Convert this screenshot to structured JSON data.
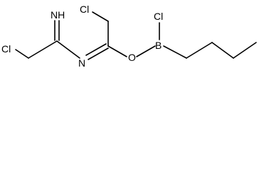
{
  "molecule": {
    "atoms": {
      "imine_nitrogen": "NH",
      "imine_chlorine": "Cl",
      "top_chlorine": "Cl",
      "ring_nitrogen": "N",
      "oxygen": "O",
      "boron": "B",
      "boron_chlorine": "Cl"
    }
  },
  "colors": {
    "bond": "#000000",
    "label": "#000000",
    "background": "#ffffff"
  }
}
